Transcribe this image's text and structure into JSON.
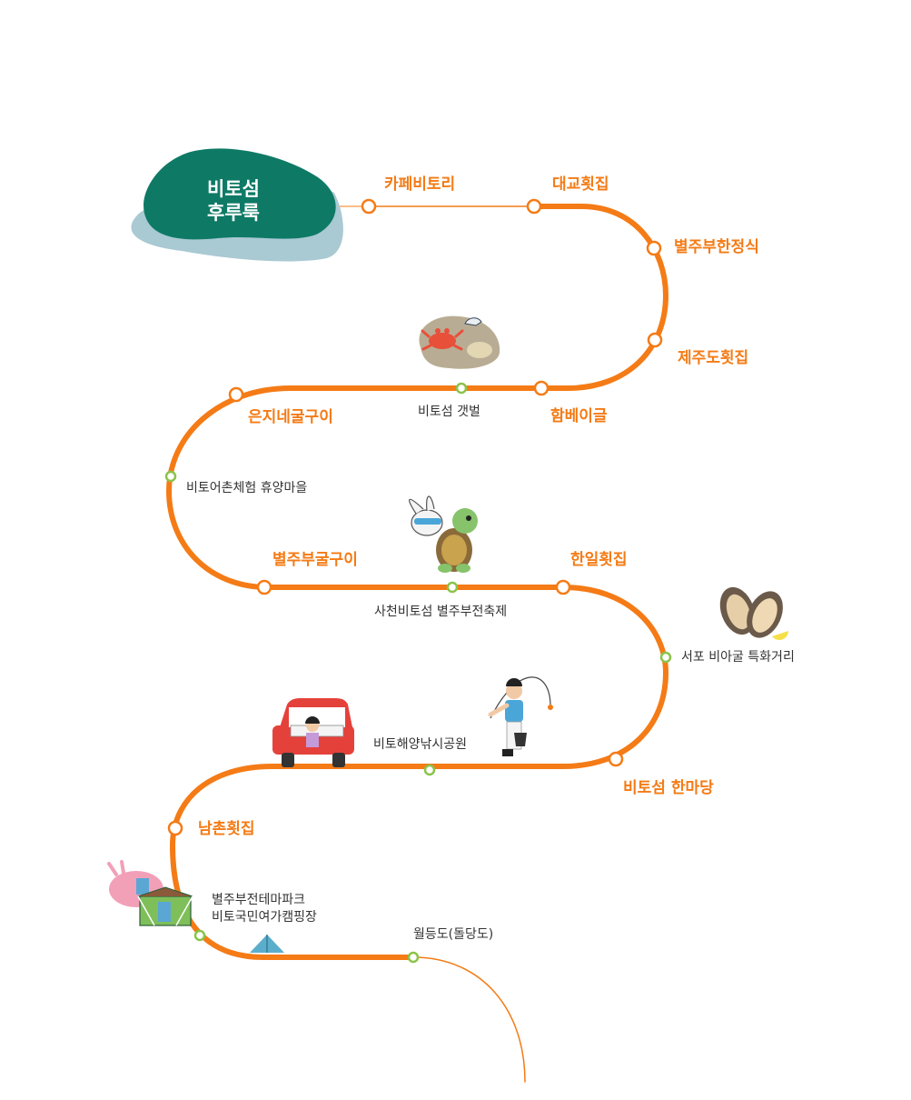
{
  "title": {
    "line1": "비토섬",
    "line2": "후루룩"
  },
  "colors": {
    "route": "#f47b16",
    "island": "#0e7a66",
    "island_shadow": "#a9c9d3",
    "spot_dot": "#8bc34a"
  },
  "restaurants": [
    {
      "id": "cafe-bitori",
      "name": "카페비토리"
    },
    {
      "id": "daegyo",
      "name": "대교횟집"
    },
    {
      "id": "byeoljubu-hanjeongsik",
      "name": "별주부한정식"
    },
    {
      "id": "jejudo",
      "name": "제주도횟집"
    },
    {
      "id": "hambei",
      "name": "함베이글"
    },
    {
      "id": "eunjine",
      "name": "은지네굴구이"
    },
    {
      "id": "byeoljubu-gulgui",
      "name": "별주부굴구이"
    },
    {
      "id": "hanil",
      "name": "한일횟집"
    },
    {
      "id": "bitoseom-hanmadang",
      "name": "비토섬 한마당"
    },
    {
      "id": "namchon",
      "name": "남촌횟집"
    }
  ],
  "spots": [
    {
      "id": "gaetbeol",
      "name": "비토섬 갯벌",
      "icon": "crab-on-rock-icon"
    },
    {
      "id": "eochon-village",
      "name": "비토어촌체험 휴양마을"
    },
    {
      "id": "festival",
      "name": "사천비토섬 별주부전축제",
      "icon": "rabbit-and-turtle-icon"
    },
    {
      "id": "oyster-street",
      "name": "서포 비아굴 특화거리",
      "icon": "oyster-icon"
    },
    {
      "id": "fishing-park",
      "name": "비토해양낚시공원",
      "icon": "fisherman-icon"
    },
    {
      "id": "theme-park",
      "name_line1": "별주부전테마파크",
      "name_line2": "비토국민여가캠핑장",
      "icons": [
        "theme-park-icon",
        "tent-icon"
      ]
    },
    {
      "id": "woldeungdo",
      "name": "월등도(돌당도)"
    }
  ],
  "decor": {
    "car_icon": "car-with-girl-icon"
  }
}
